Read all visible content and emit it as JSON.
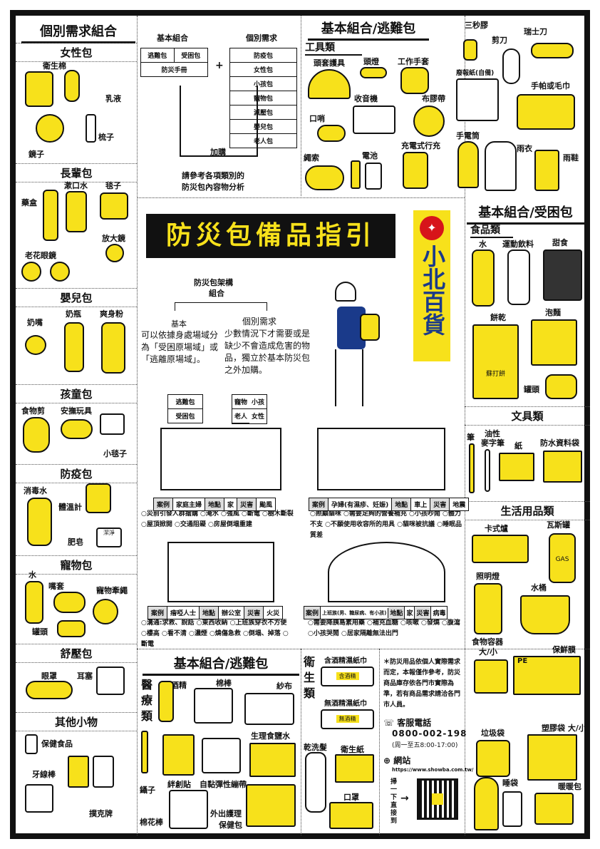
{
  "left": {
    "title": "個別需求組合",
    "women": {
      "title": "女性包",
      "items": [
        "衛生棉",
        "乳液",
        "梳子",
        "鏡子"
      ]
    },
    "elderly": {
      "title": "長輩包",
      "items": [
        "漱口水",
        "毯子",
        "藥盒",
        "放大鏡",
        "老花眼鏡"
      ]
    },
    "baby": {
      "title": "嬰兒包",
      "items": [
        "奶嘴",
        "奶瓶",
        "爽身粉"
      ]
    },
    "child": {
      "title": "孩童包",
      "items": [
        "食物剪",
        "安撫玩具",
        "小毯子"
      ]
    },
    "epidemic": {
      "title": "防疫包",
      "items": [
        "消毒水",
        "體溫計",
        "肥皂"
      ],
      "soap_text": "潔淨"
    },
    "pet": {
      "title": "寵物包",
      "items": [
        "水",
        "嘴套",
        "寵物牽繩",
        "罐頭"
      ]
    },
    "relax": {
      "title": "舒壓包",
      "items": [
        "眼罩",
        "耳塞"
      ]
    },
    "other": {
      "title": "其他小物",
      "items": [
        "保健食品",
        "牙線棒",
        "撲克牌"
      ]
    }
  },
  "diagram": {
    "basic": "基本組合",
    "individual": "個別需求",
    "basic_items": [
      "逃難包",
      "受困包",
      "防災手冊"
    ],
    "individual_items": [
      "防疫包",
      "女性包",
      "小孩包",
      "寵物包",
      "減壓包",
      "嬰兒包",
      "老人包"
    ],
    "plus": "+",
    "addon": "加購",
    "note1": "請參考各項類別的",
    "note2": "防災包內容物分析"
  },
  "escape": {
    "title": "基本組合/逃難包",
    "tools": "工具類",
    "items": [
      "頭套護具",
      "頭燈",
      "工作手套",
      "收音機",
      "布膠帶",
      "口哨",
      "電池",
      "充電式行充",
      "繩索",
      "三秒膠",
      "瑞士刀",
      "剪刀",
      "廢報紙(自備)",
      "手帕或毛巾",
      "手電筒",
      "雨衣",
      "雨鞋"
    ]
  },
  "center": {
    "title": "防災包備品指引",
    "brand": "小北百貨",
    "arch_title1": "防災包架構",
    "arch_title2": "組合",
    "basic": "基本",
    "individual": "個別需求",
    "basic_desc": "可以依據身處場域分為「受困原場域」或「逃離原場域」。",
    "individual_desc": "少數情況下才需要或是缺少不會造成危害的物品，獨立於基本防災包之外加購。",
    "mini_left": [
      "逃難包",
      "受困包"
    ],
    "mini_right": [
      "寵物",
      "小孩",
      "老人",
      "女性"
    ],
    "cases": [
      {
        "k1": "案例",
        "who": "家庭主婦",
        "k2": "地點",
        "place": "家",
        "k3": "災害",
        "disaster": "颱風",
        "text": "○災前引發人群搶購 ○淹水 ○強風 ○斷電 ○樹木斷裂 ○屋頂掀開 ○交通阻礙 ○房屋倒塌重建"
      },
      {
        "k1": "案例",
        "who": "孕婦(有濕疹、妊娠)",
        "k2": "地點",
        "place": "車上",
        "k3": "災害",
        "disaster": "地震",
        "text": "○照顧貓咪 ○需要足夠的營養補充 ○小孩吵鬧 ○體力不支 ○不願使用收容所的用具 ○貓咪被抗議 ○睡眠品質差"
      },
      {
        "k1": "案例",
        "who": "瘖啞人士",
        "k2": "地點",
        "place": "辦公室",
        "k3": "災害",
        "disaster": "火災",
        "text": "○溝通:求救、說話 ○東西收納 ○上班族穿衣不方便 ○樓高 ○看不清 ○濃煙 ○燒傷急救 ○倒塌、掉落 ○斷電"
      },
      {
        "k1": "案例",
        "who": "上班族(男、糖尿病、有小孩)",
        "k2": "地點",
        "place": "家",
        "k3": "災害",
        "disaster": "病毒",
        "text": "○需要降胰島素用藥 ○補充血糖 ○咳嗽 ○發燒 ○腹瀉 ○小孩哭鬧 ○居家隔離無法出門"
      }
    ]
  },
  "trapped": {
    "title": "基本組合/受困包",
    "food": {
      "title": "食品類",
      "items": [
        "水",
        "運動飲料",
        "甜食",
        "餅乾",
        "泡麵",
        "罐頭"
      ],
      "cracker_text": "蘇打餅"
    },
    "stationery": {
      "title": "文具類",
      "items": [
        "筆",
        "油性",
        "麥字筆",
        "紙",
        "防水資料袋"
      ]
    },
    "living": {
      "title": "生活用品類",
      "items": [
        "卡式爐",
        "瓦斯罐",
        "照明燈",
        "水桶",
        "食物容器",
        "大/小",
        "保鮮膜",
        "垃圾袋",
        "塑膠袋 大/小",
        "睡袋",
        "暖暖包"
      ],
      "gas_text": "GAS",
      "pe_text": "PE"
    }
  },
  "bottom": {
    "title": "基本組合/逃難包",
    "medical": "醫療類",
    "medical_items": [
      "酒精",
      "棉棒",
      "紗布",
      "鑷子",
      "絆創貼",
      "自黏彈性繃帶",
      "生理食鹽水",
      "棉花棒",
      "外出護理",
      "保健包"
    ],
    "hygiene": "衛生類",
    "hygiene_items": [
      "含酒精濕紙巾",
      "無酒精濕紙巾",
      "乾洗髮",
      "衛生紙",
      "口罩"
    ],
    "wipe1": "含酒精",
    "wipe2": "無酒精"
  },
  "info": {
    "note": "防災用品依個人實際需求而定，本報僅作參考，防災商品庫存依各門市實際為準，若有商品需求請洽各門市人員。",
    "phone_label": "客服電話",
    "phone": "0800-002-198",
    "hours": "(周一至五8:00-17:00)",
    "web_label": "網站",
    "url": "https://www.showba.com.tw/",
    "scan": "掃一下直接到"
  },
  "colors": {
    "accent": "#f7e11b",
    "ink": "#111111",
    "brand_red": "#d7141a"
  }
}
